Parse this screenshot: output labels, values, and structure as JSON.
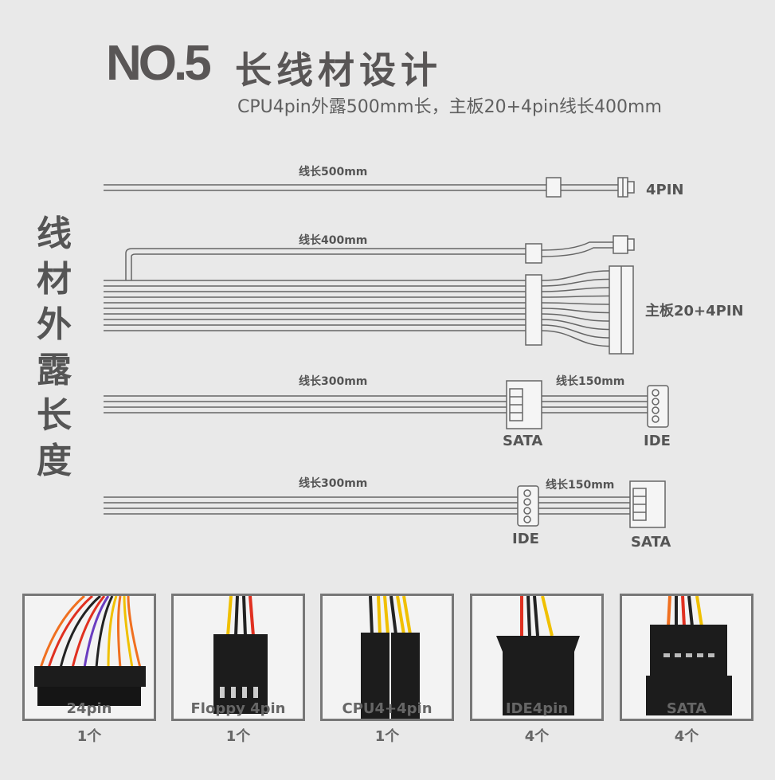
{
  "header": {
    "number": "NO.5",
    "title": "长线材设计",
    "subtitle": "CPU4pin外露500mm长，主板20+4pin线长400mm"
  },
  "side_label": [
    "线",
    "材",
    "外",
    "露",
    "长",
    "度"
  ],
  "cables": {
    "cpu": {
      "length": "线长500mm",
      "connector": "4PIN"
    },
    "main": {
      "length": "线长400mm",
      "connector": "主板20+4PIN"
    },
    "sata_ide": {
      "length": "线长300mm",
      "branch_length": "线长150mm",
      "first": "SATA",
      "second": "IDE"
    },
    "ide_sata": {
      "length": "线长300mm",
      "branch_length": "线长150mm",
      "first": "IDE",
      "second": "SATA"
    }
  },
  "connectors": [
    {
      "name": "24pin",
      "count": "1个"
    },
    {
      "name": "Floppy 4pin",
      "count": "1个"
    },
    {
      "name": "CPU4+4pin",
      "count": "1个"
    },
    {
      "name": "IDE4pin",
      "count": "4个"
    },
    {
      "name": "SATA",
      "count": "4个"
    }
  ],
  "colors": {
    "text": "#555555",
    "background": "#e9e9e9",
    "wire": "#666666"
  }
}
